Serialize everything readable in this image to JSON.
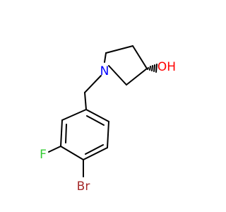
{
  "molecule": {
    "atoms": {
      "n": {
        "label": "N",
        "color": "#0000ff"
      },
      "oh": {
        "label": "OH",
        "color": "#ff0000"
      },
      "f": {
        "label": "F",
        "color": "#33cc33"
      },
      "br": {
        "label": "Br",
        "color": "#a52a2a"
      }
    },
    "stereo": "wedge-hashed"
  }
}
